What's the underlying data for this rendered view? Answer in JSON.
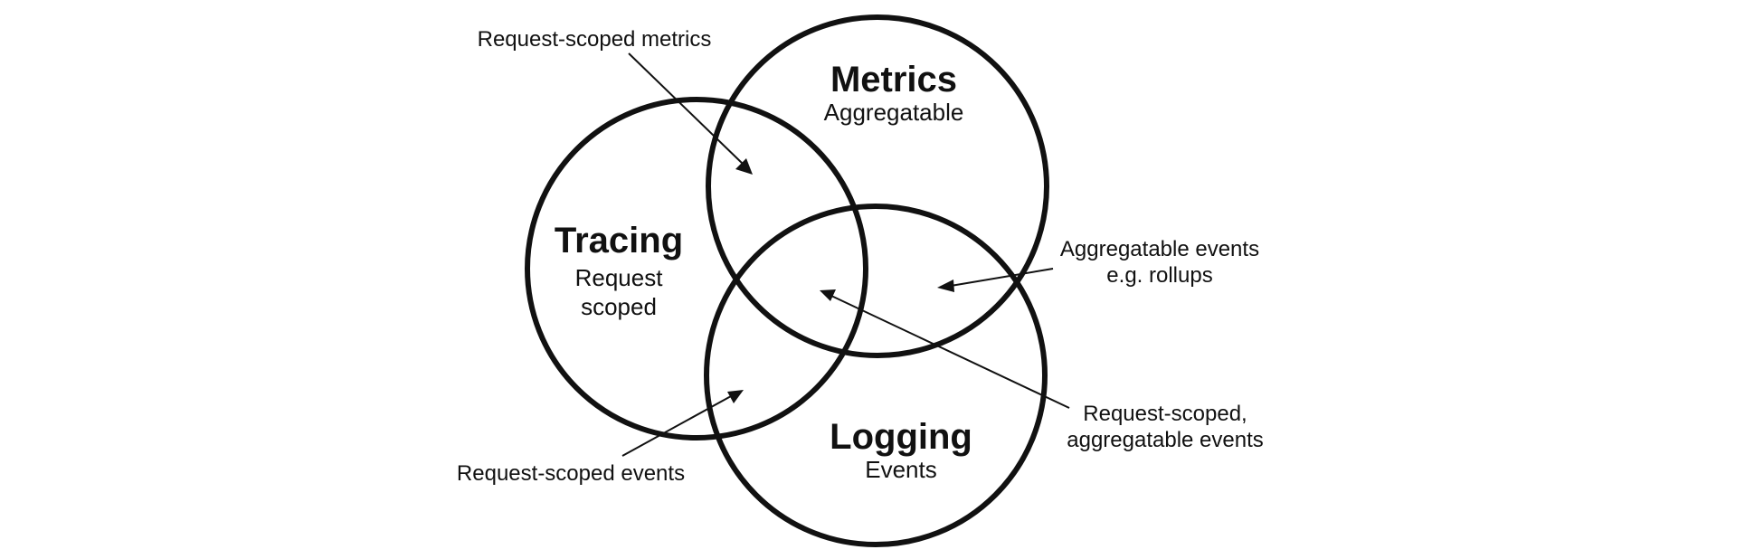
{
  "sets": {
    "metrics": {
      "title": "Metrics",
      "subtitle": "Aggregatable"
    },
    "tracing": {
      "title": "Tracing",
      "subtitle_line1": "Request",
      "subtitle_line2": "scoped"
    },
    "logging": {
      "title": "Logging",
      "subtitle": "Events"
    }
  },
  "annotations": {
    "request_scoped_metrics": "Request-scoped metrics",
    "aggregatable_events_line1": "Aggregatable events",
    "aggregatable_events_line2": "e.g. rollups",
    "request_scoped_aggregatable_line1": "Request-scoped,",
    "request_scoped_aggregatable_line2": "aggregatable events",
    "request_scoped_events": "Request-scoped events"
  }
}
